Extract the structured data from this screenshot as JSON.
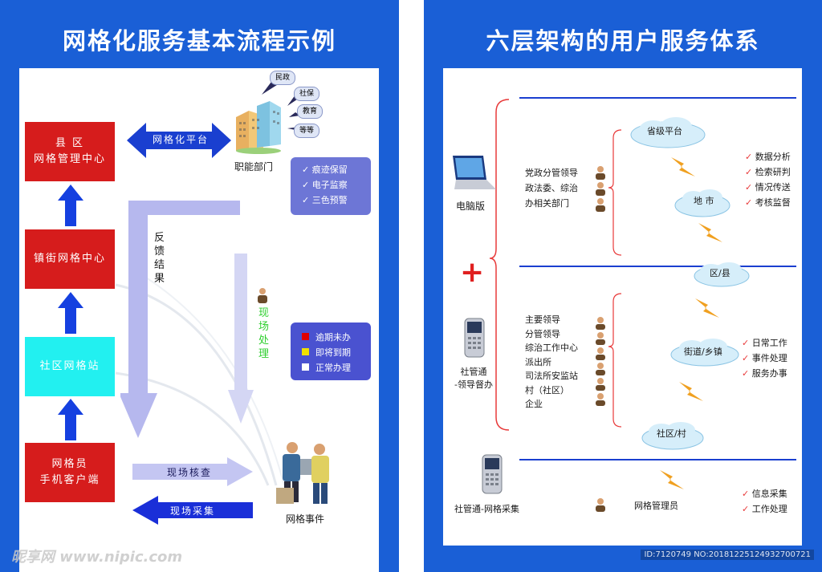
{
  "left": {
    "title": "网格化服务基本流程示例",
    "boxes": {
      "county": [
        "县 区",
        "网格管理中心"
      ],
      "town": "镇街网格中心",
      "community": "社区网格站",
      "grid_staff": [
        "网格员",
        "手机客户端"
      ]
    },
    "platform_arrow": "网格化平台",
    "departments_label": "职能部门",
    "bubbles": [
      "民政",
      "社保",
      "教育",
      "等等"
    ],
    "features": [
      "痕迹保留",
      "电子监察",
      "三色预警"
    ],
    "feedback_label": "反馈结果",
    "onsite_label": "现场处理",
    "legend": [
      {
        "label": "逾期未办",
        "color": "#e00000"
      },
      {
        "label": "即将到期",
        "color": "#f0e000"
      },
      {
        "label": "正常办理",
        "color": "#ffffff"
      }
    ],
    "check_arrow": "现场核查",
    "collect_arrow": "现场采集",
    "grid_event": "网格事件"
  },
  "right": {
    "title": "六层架构的用户服务体系",
    "pc_label": "电脑版",
    "leaders_top": [
      "党政分管领导",
      "政法委、综治",
      "办相关部门"
    ],
    "cloud_province": "省级平台",
    "cloud_city": "地 市",
    "top_functions": [
      "数据分析",
      "检索研判",
      "情况传送",
      "考核监督"
    ],
    "plus": "+",
    "cloud_district": "区/县",
    "phone1_label": [
      "社管通",
      "-领导督办"
    ],
    "leaders_mid": [
      "主要领导",
      "分管领导",
      "综治工作中心",
      "派出所",
      "司法所安监站",
      "村（社区）",
      "企业"
    ],
    "cloud_street": "街道/乡镇",
    "mid_functions": [
      "日常工作",
      "事件处理",
      "服务办事"
    ],
    "cloud_village": "社区/村",
    "phone2_label": "社管通-网格采集",
    "grid_manager": "网格管理员",
    "bottom_functions": [
      "信息采集",
      "工作处理"
    ]
  },
  "watermark": "昵享网 www.nipic.com",
  "image_id": "ID:7120749 NO:20181225124932700721"
}
